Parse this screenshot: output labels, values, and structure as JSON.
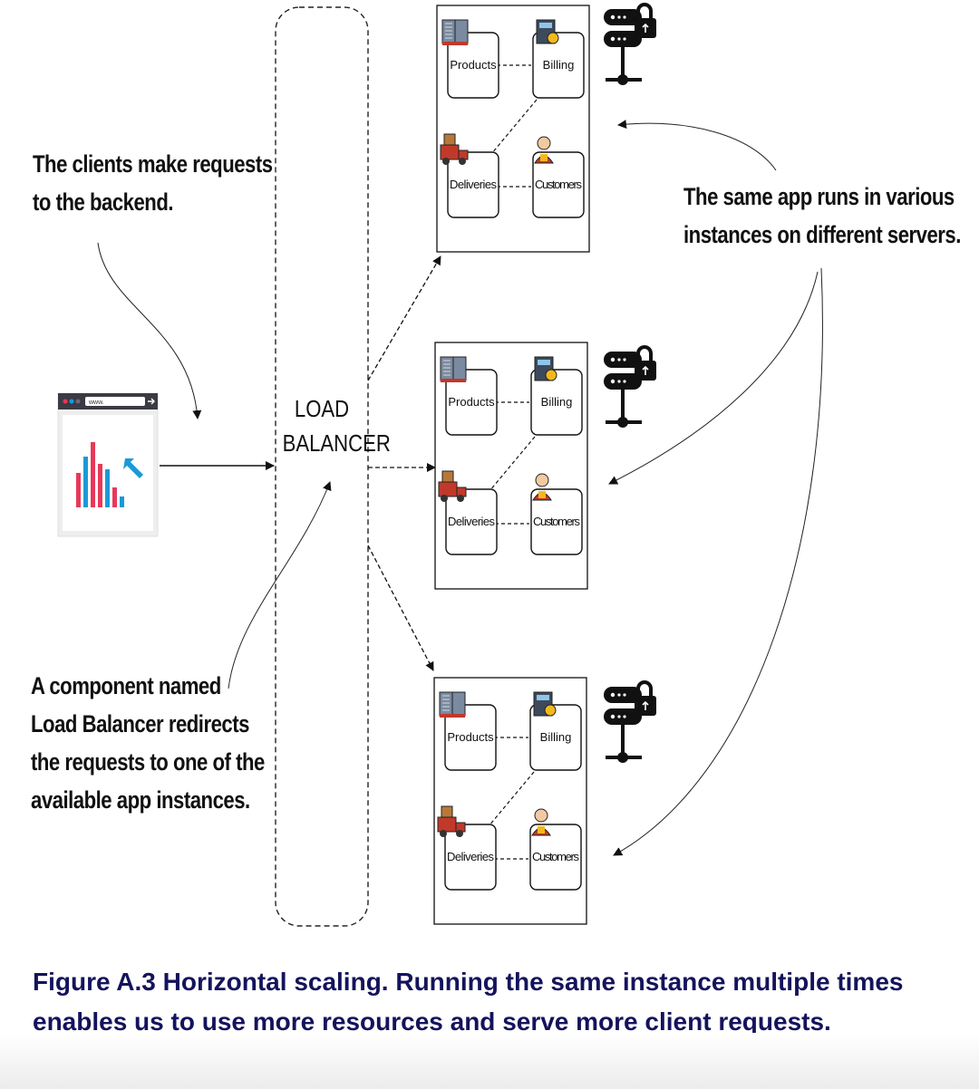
{
  "annotations": {
    "clients": [
      "The clients make requests",
      "to the backend."
    ],
    "same_app": [
      "The same app runs in various",
      "instances on different servers."
    ],
    "load_balancer": [
      "A component named",
      "Load Balancer redirects",
      "the requests to one of the",
      "available app instances."
    ]
  },
  "load_balancer_label": [
    "LOAD",
    "BALANCER"
  ],
  "browser": {
    "url": "www."
  },
  "instances": [
    {
      "services": [
        "Products",
        "Billing",
        "Deliveries",
        "Customers"
      ]
    },
    {
      "services": [
        "Products",
        "Billing",
        "Deliveries",
        "Customers"
      ]
    },
    {
      "services": [
        "Products",
        "Billing",
        "Deliveries",
        "Customers"
      ]
    }
  ],
  "caption": "Figure A.3 Horizontal scaling. Running the same instance multiple times enables us to use more resources and serve more client requests.",
  "colors": {
    "caption": "#14135c",
    "chart_red": "#e8385a",
    "chart_blue": "#1a9ad6",
    "cursor": "#1a9ad6"
  }
}
